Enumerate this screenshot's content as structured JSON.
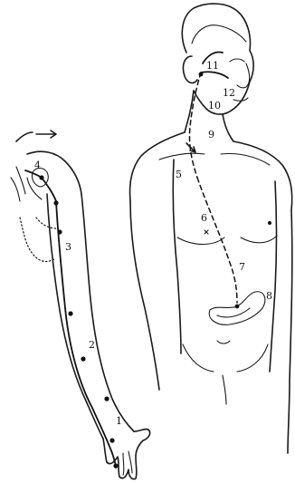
{
  "labels": {
    "n1": "1",
    "n2": "2",
    "n3": "3",
    "n4": "4",
    "n5": "5",
    "n6": "6",
    "n7": "7",
    "n8": "8",
    "n9": "9",
    "n10": "10",
    "n11": "11",
    "n12": "12"
  },
  "colors": {
    "ink": "#1a1a1a",
    "background": "#ffffff"
  }
}
